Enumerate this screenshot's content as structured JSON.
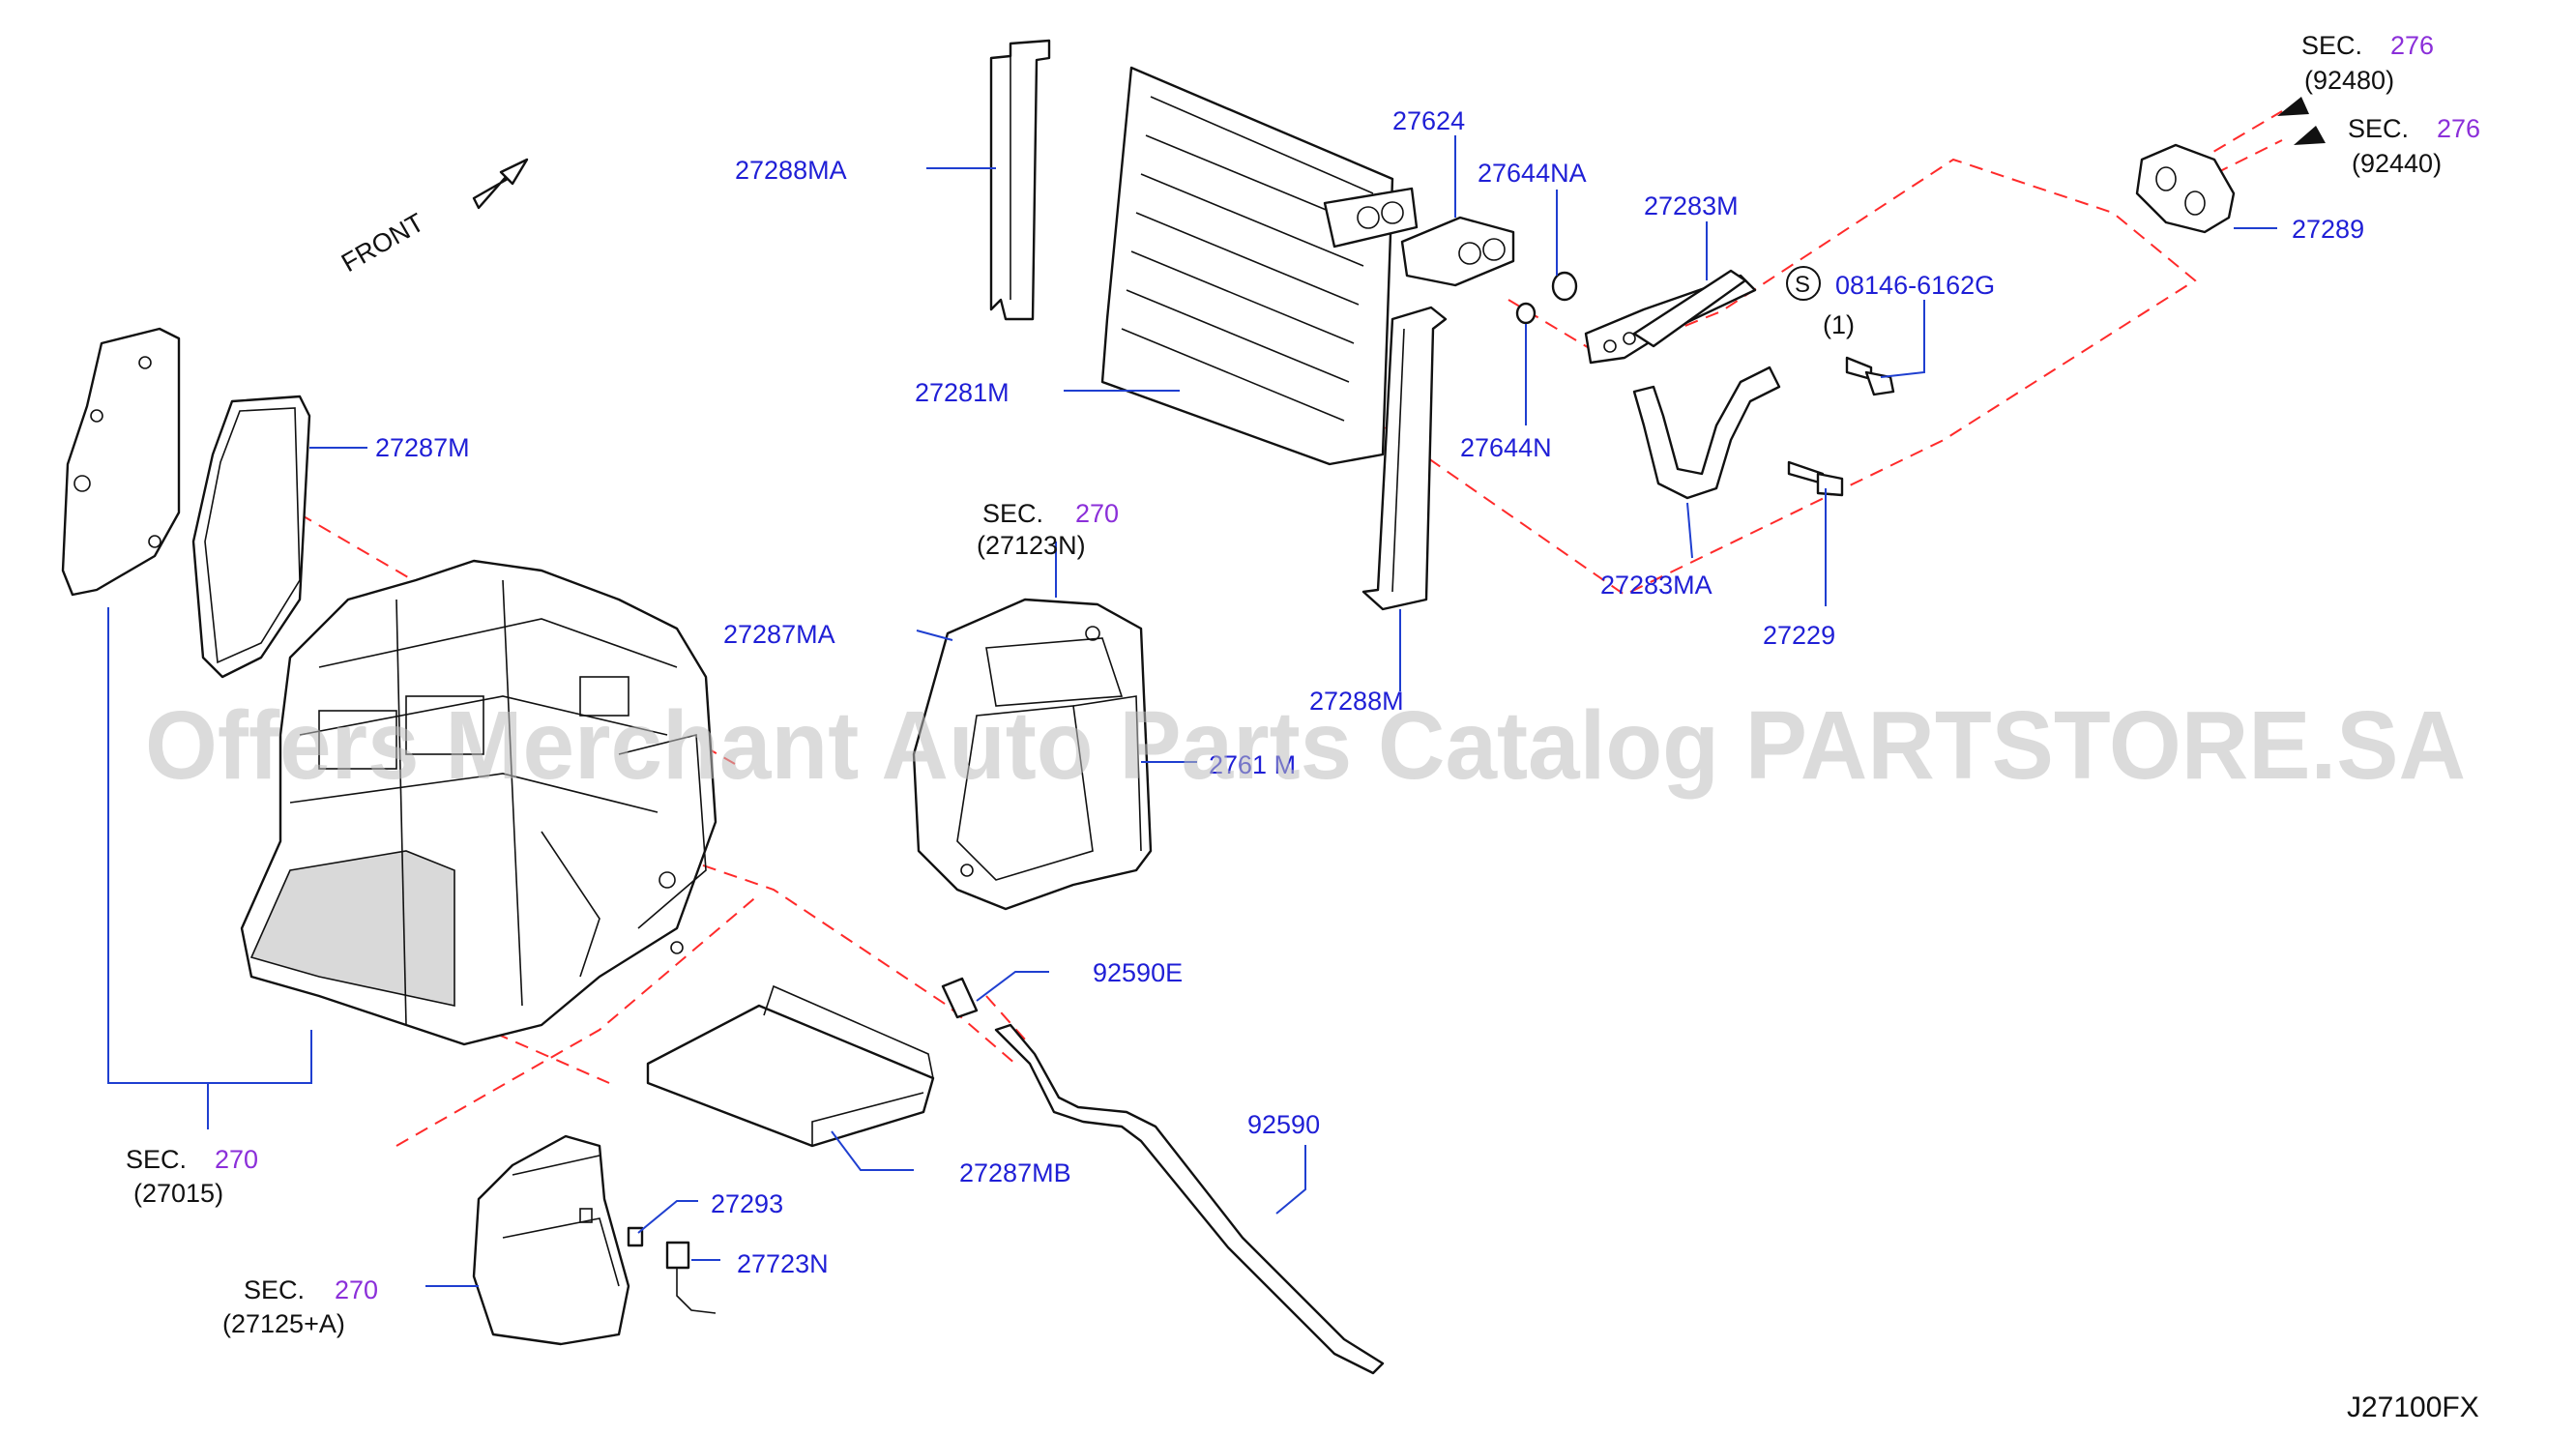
{
  "diagram": {
    "front_label": "FRONT",
    "code": "J27100FX",
    "watermark": "Offers Merchant Auto Parts Catalog PARTSTORE.SA",
    "parts": {
      "p27288MA": "27288MA",
      "p27281M": "27281M",
      "p27624": "27624",
      "p27644NA": "27644NA",
      "p27644N": "27644N",
      "p27283M": "27283M",
      "p08146": "08146-6162G",
      "p08146_qty": "(1)",
      "s_symbol": "S",
      "p27283MA": "27283MA",
      "p27229": "27229",
      "p27289": "27289",
      "p27287M": "27287M",
      "p27287MA": "27287MA",
      "p27288M": "27288M",
      "p2761xM": "2761 M",
      "p92590E": "92590E",
      "p92590": "92590",
      "p27287MB": "27287MB",
      "p27293": "27293",
      "p27723N": "27723N"
    },
    "sections": {
      "sec_word": "SEC.",
      "s270_a_num": "270",
      "s270_a_ref": "(27123N)",
      "s270_b_num": "270",
      "s270_b_ref": "(27015)",
      "s270_c_num": "270",
      "s270_c_ref": "(27125+A)",
      "s276_a_num": "276",
      "s276_a_ref": "(92480)",
      "s276_b_num": "276",
      "s276_b_ref": "(92440)"
    },
    "colors": {
      "part_number": "#1f1fd6",
      "section_number": "#8b2fd9",
      "dashed_guide": "#ff2a2a",
      "leader": "#1f3fd0"
    }
  }
}
